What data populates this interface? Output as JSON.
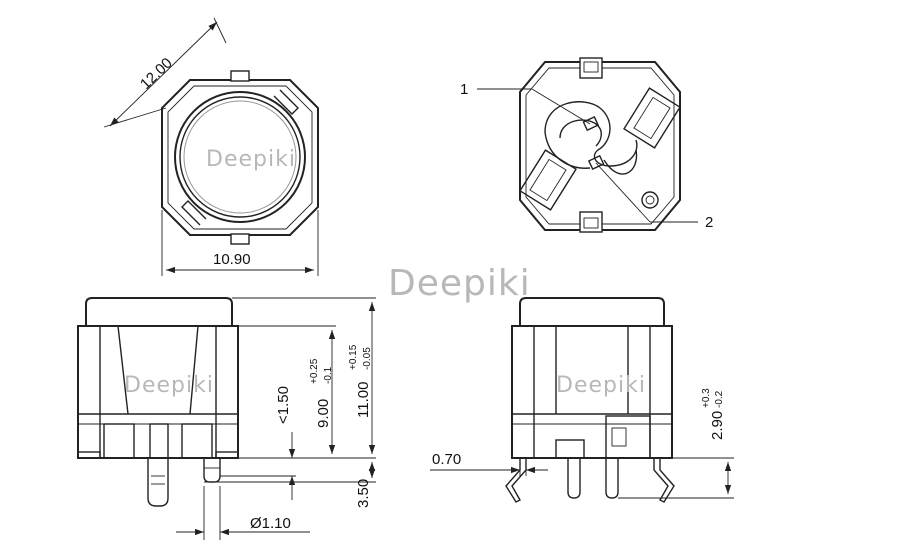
{
  "watermark": "Deepiki",
  "dimensions": {
    "diag": "12.00",
    "width": "10.90",
    "h150": "<1.50",
    "h900": "9.00",
    "h900_tol_plus": "+0.25",
    "h900_tol_minus": "-0.1",
    "h1100": "11.00",
    "h1100_tol_plus": "+0.15",
    "h1100_tol_minus": "-0.05",
    "pin_len": "3.50",
    "pin_dia": "Ø1.10",
    "pin_thk": "0.70",
    "side_h": "2.90",
    "side_tol_plus": "+0.3",
    "side_tol_minus": "-0.2"
  },
  "callouts": {
    "pin1": "1",
    "pin2": "2"
  }
}
